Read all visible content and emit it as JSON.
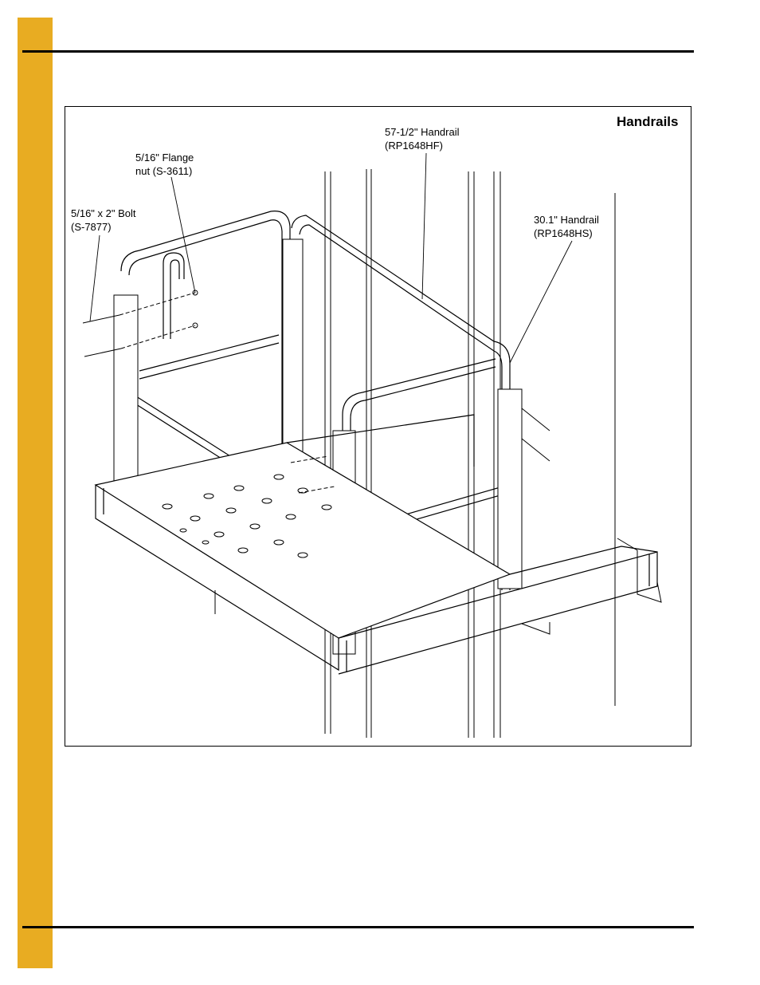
{
  "figure": {
    "title": "Handrails",
    "callouts": [
      {
        "id": "flange-nut",
        "lines": [
          "5/16\" Flange",
          "nut (S-3611)"
        ]
      },
      {
        "id": "bolt",
        "lines": [
          "5/16\" x 2\" Bolt",
          "(S-7877)"
        ]
      },
      {
        "id": "handrail-long",
        "lines": [
          "57-1/2\" Handrail",
          "(RP1648HF)"
        ]
      },
      {
        "id": "handrail-short",
        "lines": [
          "30.1\" Handrail",
          "(RP1648HS)"
        ]
      }
    ]
  },
  "colors": {
    "side_tab": "#e8ac22",
    "line": "#000000",
    "rail_fill": "#ffffff"
  }
}
